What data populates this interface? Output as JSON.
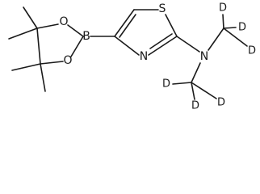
{
  "molecule": {
    "atom_labels": {
      "boron": "B",
      "oxygen_upper": "O",
      "oxygen_lower": "O",
      "sulfur": "S",
      "nitrogen_ring": "N",
      "nitrogen_amine": "N",
      "deuterium_upper_top": "D",
      "deuterium_upper_right": "D",
      "deuterium_upper_far": "D",
      "deuterium_lower_left": "D",
      "deuterium_lower_bottom": "D",
      "deuterium_lower_right": "D"
    },
    "colors": {
      "bond": "#1a1a1a",
      "label": "#1a1a1a",
      "background": "#ffffff"
    }
  }
}
